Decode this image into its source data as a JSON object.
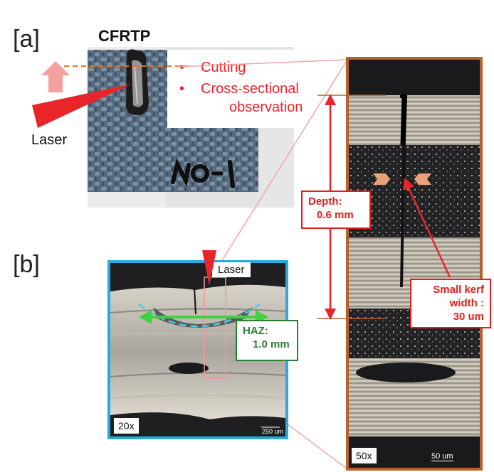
{
  "panels": {
    "a": "[a]",
    "b": "[b]"
  },
  "title": "CFRTP",
  "steps": [
    "Cutting",
    "Cross-sectional",
    "observation"
  ],
  "bullet": "•",
  "laser_label_a": "Laser",
  "laser_label_b": "Laser",
  "sample_label": "NO-1",
  "callouts": {
    "depth_line1": "Depth:",
    "depth_line2": "0.6 mm",
    "kerf_line1": "Small kerf",
    "kerf_line2": "width :",
    "kerf_line3": "30 um",
    "haz_line1": "HAZ:",
    "haz_line2": "1.0 mm"
  },
  "magnifications": {
    "low": "20x",
    "high": "50x"
  },
  "scale_bars": {
    "low": "250 um",
    "high": "50 um"
  },
  "colors": {
    "red": "#e8262a",
    "blue_frame": "#29a9e0",
    "orange_frame": "#b5622c",
    "green": "#2e7d32",
    "arrow_pink": "#f4a0a0"
  }
}
